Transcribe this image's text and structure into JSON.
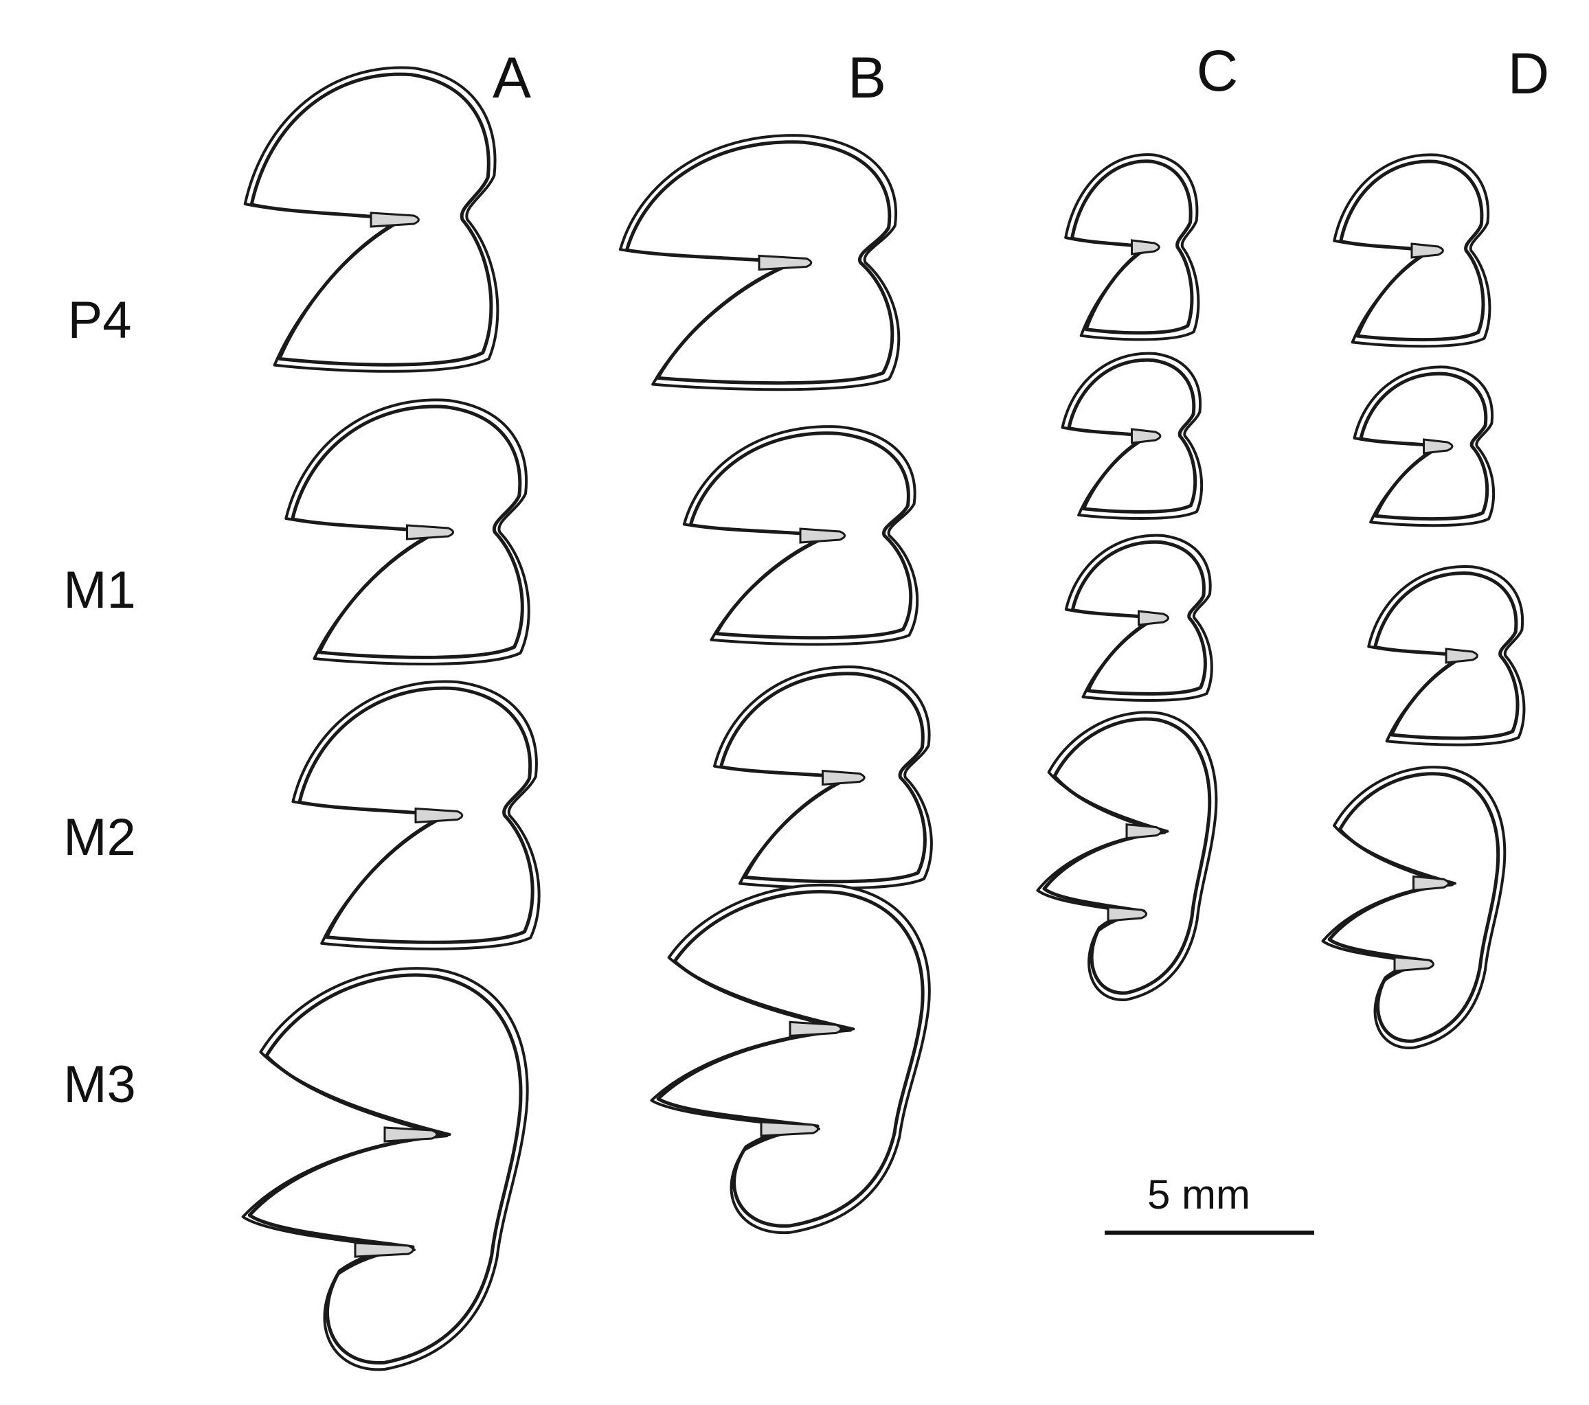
{
  "columns": [
    "A",
    "B",
    "C",
    "D"
  ],
  "rows": [
    "P4",
    "M1",
    "M2",
    "M3"
  ],
  "scale_bar": {
    "label": "5 mm"
  },
  "colors": {
    "line": "#1a1a1a",
    "fill": "#d6d6d6",
    "background": "#ffffff"
  }
}
